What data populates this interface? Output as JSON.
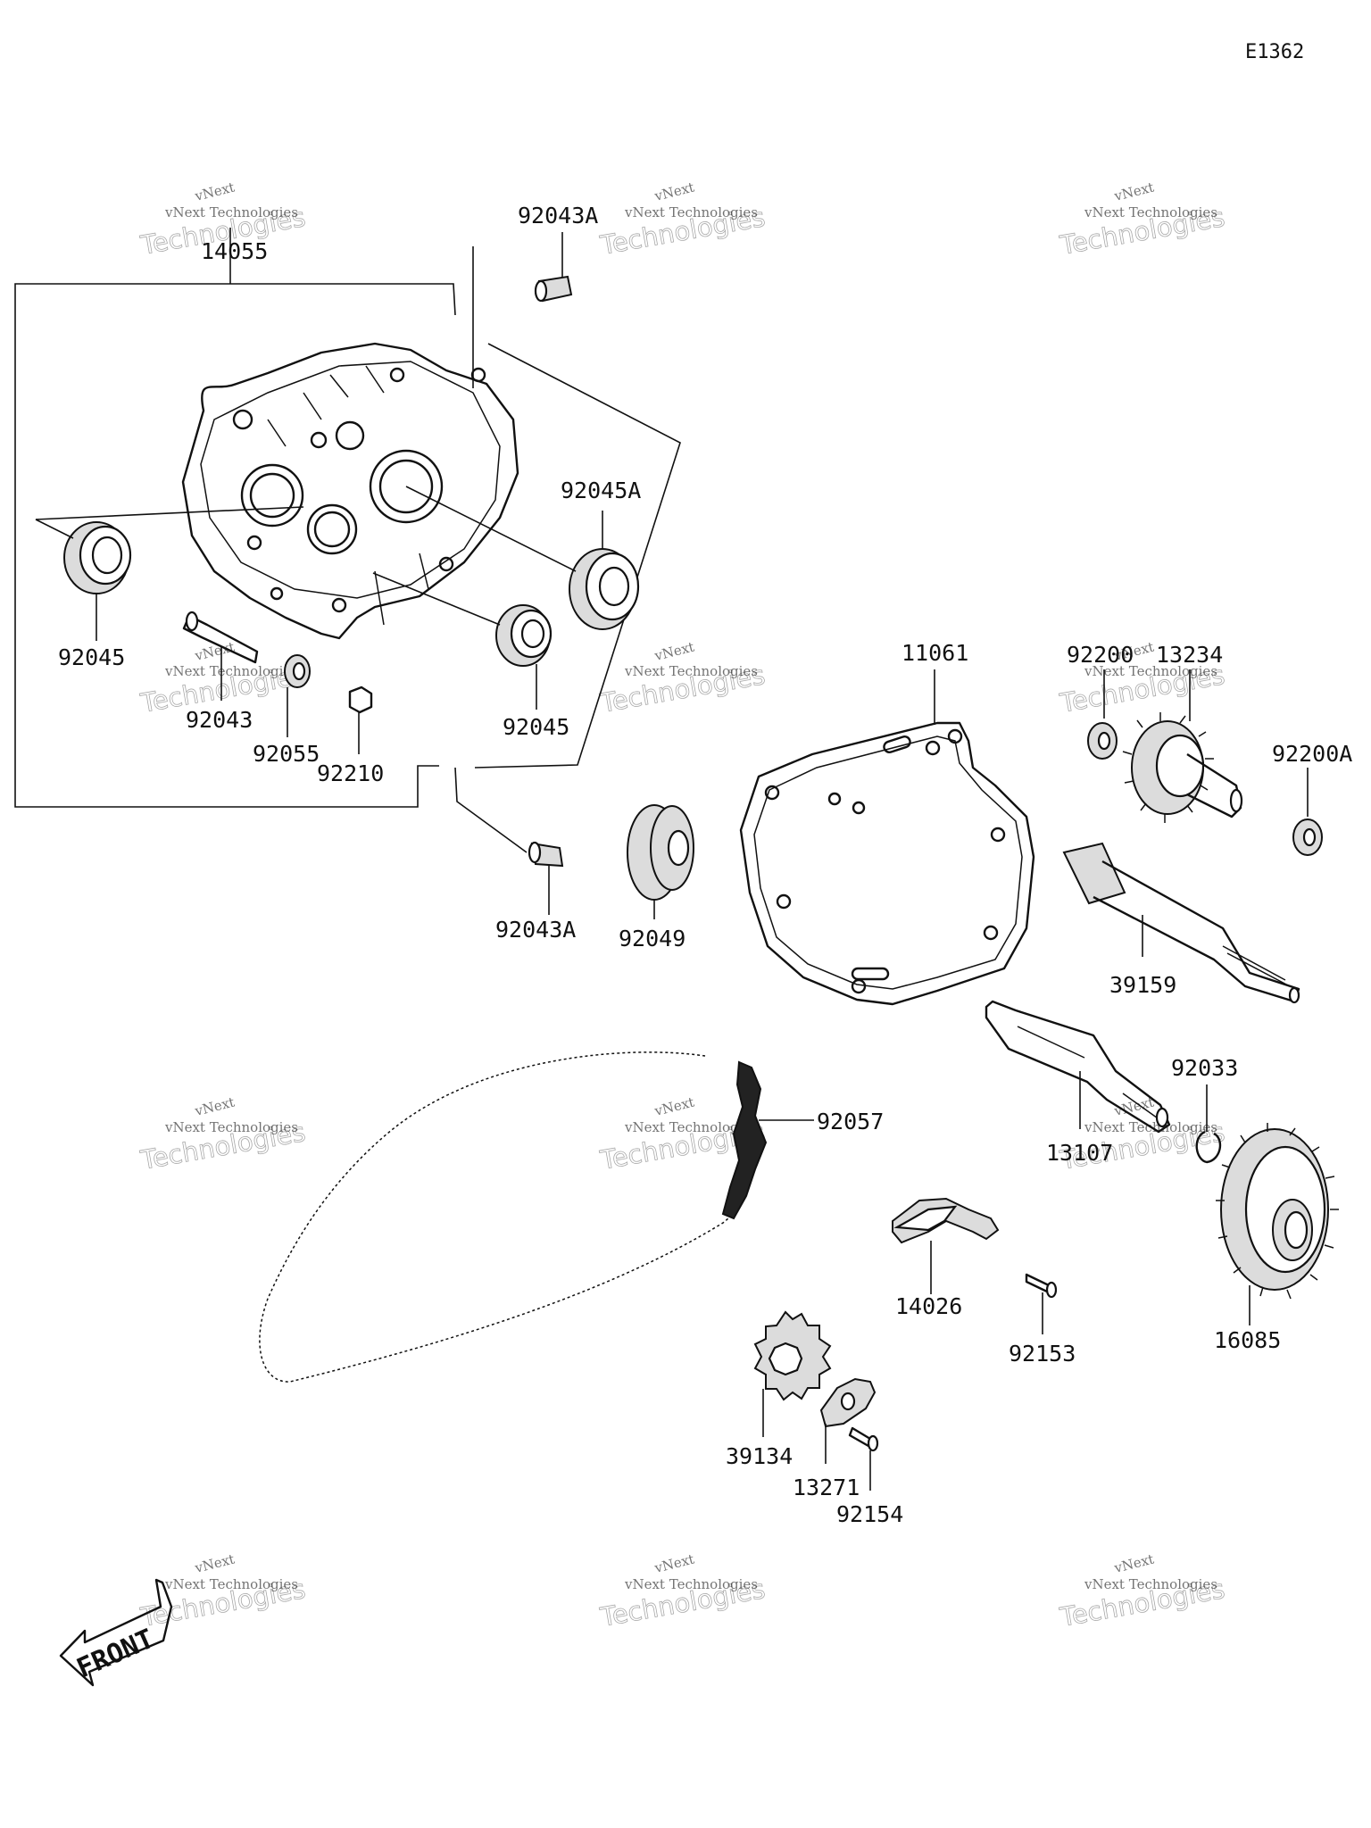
{
  "diagram_ref": "E1362",
  "front_label": "FRONT",
  "watermark": {
    "line1": "vNext",
    "line2": "vNext Technologies",
    "line3": "Technologies"
  },
  "labels": {
    "p14055": "14055",
    "p92043A_top": "92043A",
    "p92045A": "92045A",
    "p92045_left": "92045",
    "p92043": "92043",
    "p92055": "92055",
    "p92210": "92210",
    "p92045_mid": "92045",
    "p92043A_bottom": "92043A",
    "p92049": "92049",
    "p11061": "11061",
    "p92200": "92200",
    "p13234": "13234",
    "p92200A": "92200A",
    "p39159": "39159",
    "p92057": "92057",
    "p92033": "92033",
    "p13107": "13107",
    "p14026": "14026",
    "p16085": "16085",
    "p92153": "92153",
    "p39134": "39134",
    "p13271": "13271",
    "p92154": "92154"
  }
}
